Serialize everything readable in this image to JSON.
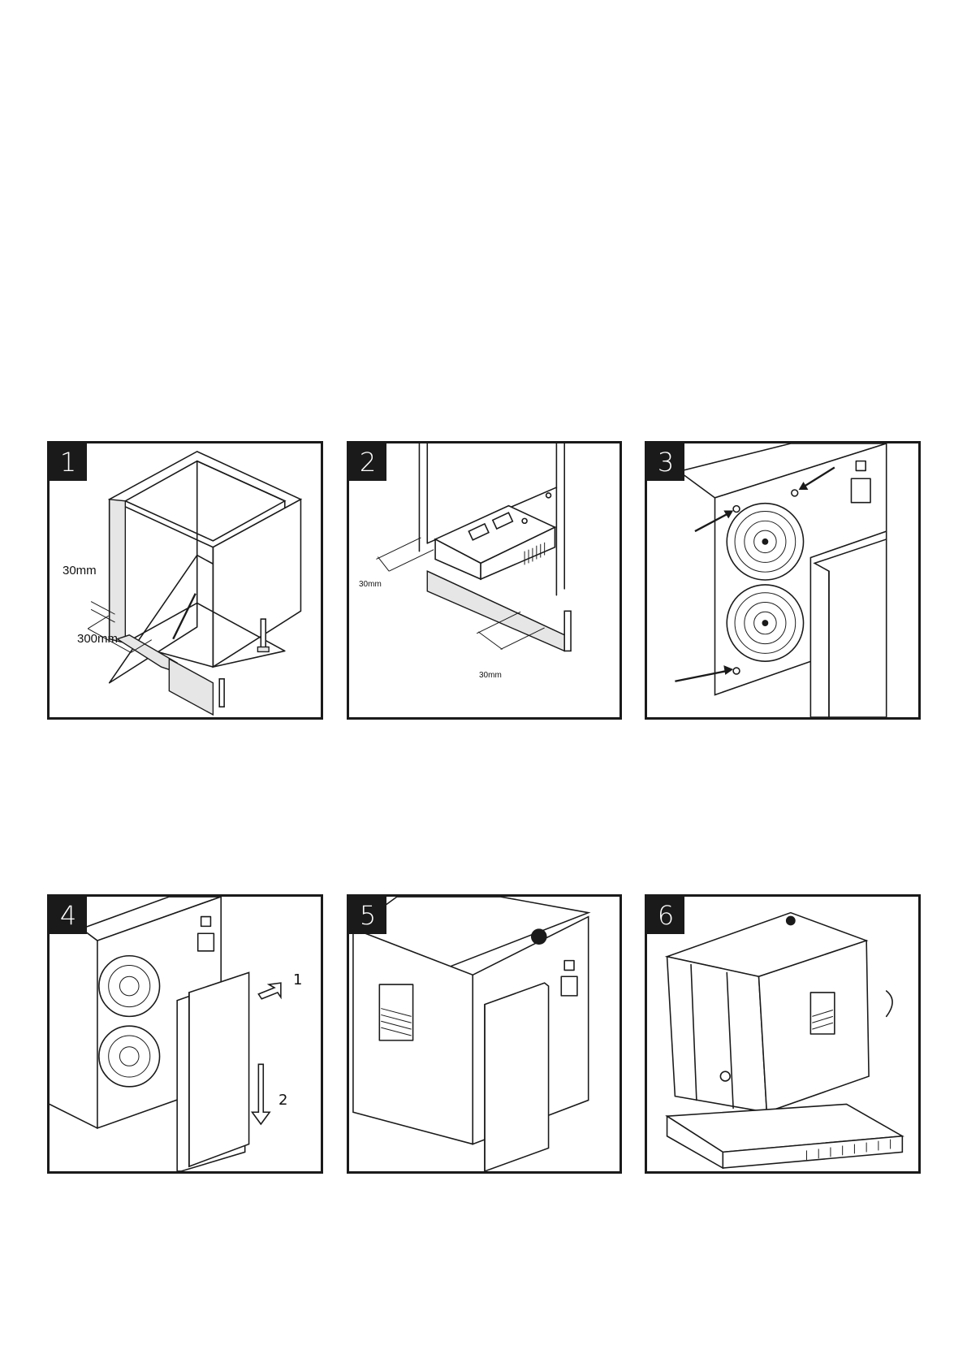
{
  "steps": [
    {
      "number": "1",
      "labels": {
        "gap": "30mm",
        "width": "300mm"
      }
    },
    {
      "number": "2",
      "labels": {
        "left": "30mm",
        "bottom": "30mm"
      }
    },
    {
      "number": "3"
    },
    {
      "number": "4",
      "labels": {
        "arrow1": "1",
        "arrow2": "2"
      }
    },
    {
      "number": "5"
    },
    {
      "number": "6"
    }
  ]
}
